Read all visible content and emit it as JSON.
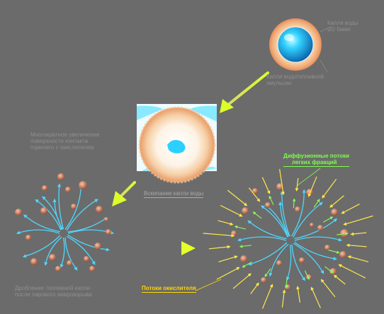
{
  "labels": {
    "droplet": [
      "Капля воды",
      "Ø2-5мкм"
    ],
    "emulsion_drop": [
      "Капля водотопливной",
      "эмульсии"
    ],
    "boiling": "Вскипание капли воды",
    "increase": [
      "Многократное увеличение",
      "поверхности контакта",
      "горючего с окислителем"
    ],
    "fragmentation": [
      "Дробление топливной капли",
      "после парового микровзрыва"
    ],
    "diffusion": [
      "Диффузионные потоки",
      "легких фракций"
    ],
    "oxidizer": "Потоки окислителя"
  },
  "colors": {
    "background": "#6b6b6b",
    "label_gray": "#8f8f8f",
    "label_yellow": "#ffd600",
    "diffusion_text": "#7cff4a",
    "water": "#2ad6ff",
    "droplet_particle": "#c9826a",
    "flow_arrow": "#4fd8ff",
    "oxidizer_arrow": "#ffe94a",
    "main_arrow": "#d8ff3a"
  }
}
